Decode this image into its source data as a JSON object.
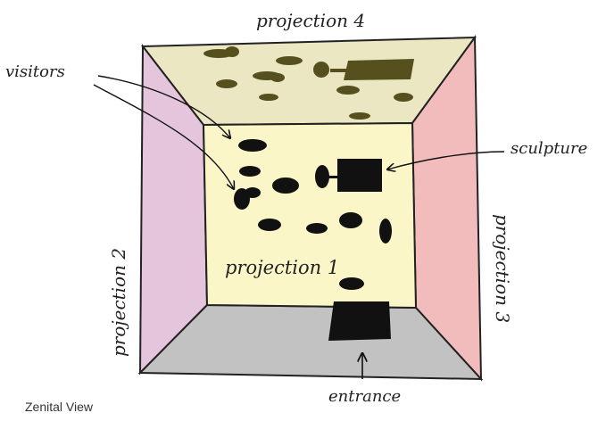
{
  "labels": {
    "projection_top": "projection 4",
    "projection_center": "projection 1",
    "projection_left": "projection 2",
    "projection_right": "projection 3",
    "visitors": "visitors",
    "sculpture": "sculpture",
    "entrance": "entrance"
  },
  "caption": "Zenital View",
  "colors": {
    "top_wall": "#ebe7c2",
    "left_wall": "#e5c5dc",
    "right_wall": "#f2bcbc",
    "floor": "#c2c2c2",
    "center": "#fbf6c8",
    "visitor_top": "#55501e",
    "visitor_center": "#111111"
  }
}
